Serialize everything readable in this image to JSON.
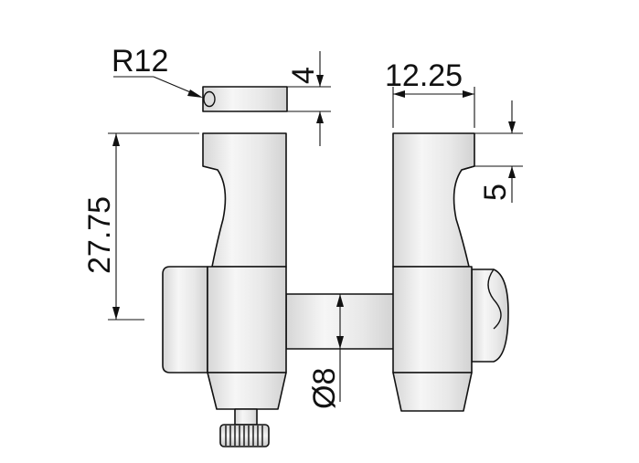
{
  "dimensions": {
    "radius_label": "R12",
    "top_height_label": "4",
    "jaw_width_label": "12.25",
    "step_height_label": "5",
    "overall_height_label": "27.75",
    "shaft_diameter_label": "Ø8"
  },
  "colors": {
    "part_fill_light": "#f4f4f4",
    "part_fill_dark": "#d9d9d9",
    "line": "#111111"
  }
}
